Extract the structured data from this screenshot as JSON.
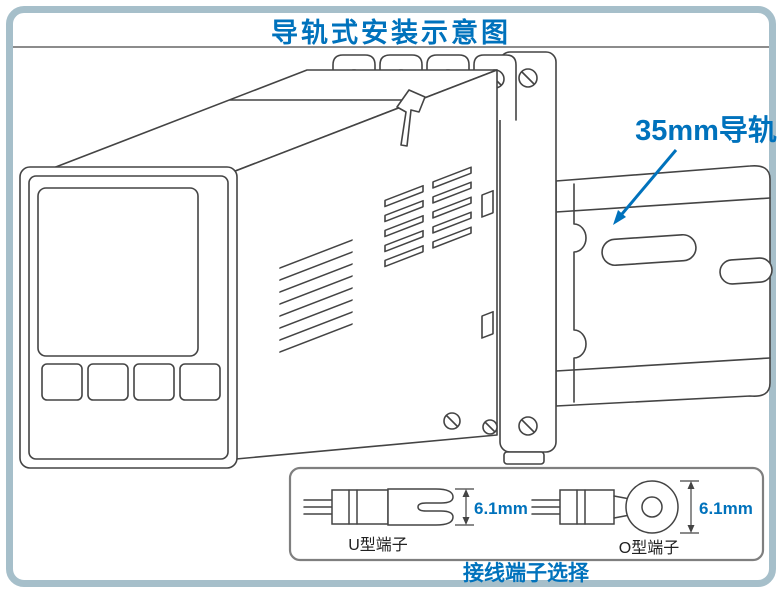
{
  "page": {
    "title": "导轨式安装示意图"
  },
  "annotations": {
    "rail_label": "35mm导轨"
  },
  "terminal_panel": {
    "u_terminal": {
      "label": "U型端子",
      "dimension": "6.1mm"
    },
    "o_terminal": {
      "label": "O型端子",
      "dimension": "6.1mm"
    },
    "caption": "接线端子选择"
  },
  "colors": {
    "accent": "#0072bc",
    "frame": "#a6bfca",
    "line": "#444444"
  }
}
